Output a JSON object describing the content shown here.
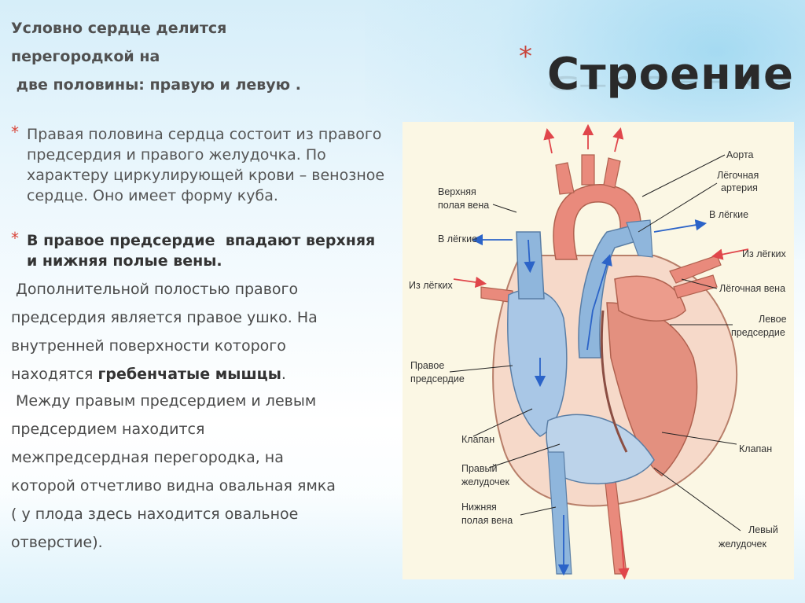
{
  "intro": {
    "line1": "Условно сердце делится",
    "line2": "перегородкой на",
    "line3": " две половины: правую и левую ."
  },
  "title": "Строение",
  "bullet1": "Правая половина сердца состоит из правого предсердия и правого желудочка. По характеру циркулирующей крови – венозное сердце. Оно имеет форму куба.",
  "bullet2": "В правое предсердие  впадают верхняя и нижняя полые вены.",
  "para1": {
    "l1": " Дополнительной полостью правого",
    "l2": "предсердия является правое ушко. На",
    "l3": "внутренней поверхности которого",
    "l4a": "находятся ",
    "l4b": "гребенчатые мышцы",
    "l4c": "."
  },
  "para2": {
    "l1": " Между правым предсердием и левым",
    "l2": "предсердием находится",
    "l3": "межпредсердная перегородка, на",
    "l4": "которой отчетливо видна овальная ямка",
    "l5": "( у плода здесь находится овальное",
    "l6": "отверстие)."
  },
  "diagram_labels": {
    "aorta": "Аорта",
    "pulm_artery_1": "Лёгочная",
    "pulm_artery_2": "артерия",
    "to_lungs_right": "В лёгкие",
    "from_lungs_right": "Из лёгких",
    "pulm_vein": "Лёгочная вена",
    "left_atrium_1": "Левое",
    "left_atrium_2": "предсердие",
    "valve_right": "Клапан",
    "left_ventricle_1": "Левый",
    "left_ventricle_2": "желудочек",
    "svc_1": "Верхняя",
    "svc_2": "полая вена",
    "to_lungs_left": "В лёгкие",
    "from_lungs_left": "Из лёгких",
    "right_atrium_1": "Правое",
    "right_atrium_2": "предсердие",
    "valve_left": "Клапан",
    "right_ventricle_1": "Правый",
    "right_ventricle_2": "желудочек",
    "ivc_1": "Нижняя",
    "ivc_2": "полая вена"
  },
  "colors": {
    "accent_star": "#d9463a",
    "arterial": "#e98a7c",
    "venous": "#8fb6dc",
    "arrow_red": "#e0464b",
    "arrow_blue": "#2b63c8"
  }
}
